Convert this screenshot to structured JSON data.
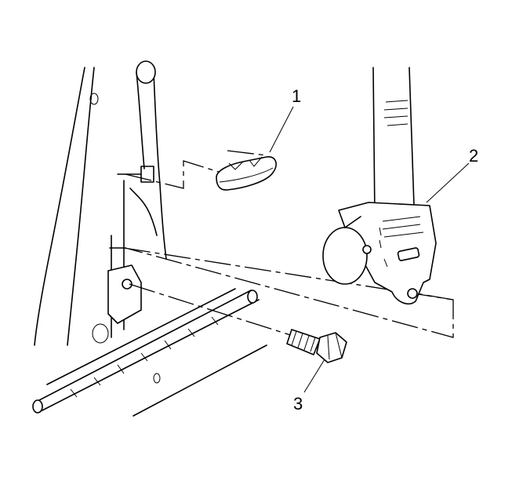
{
  "callouts": [
    {
      "label": "1",
      "part": "trim-clip"
    },
    {
      "label": "2",
      "part": "seat-belt-retractor"
    },
    {
      "label": "3",
      "part": "retractor-bolt"
    }
  ],
  "colors": {
    "line": "#000000",
    "background": "#ffffff"
  }
}
